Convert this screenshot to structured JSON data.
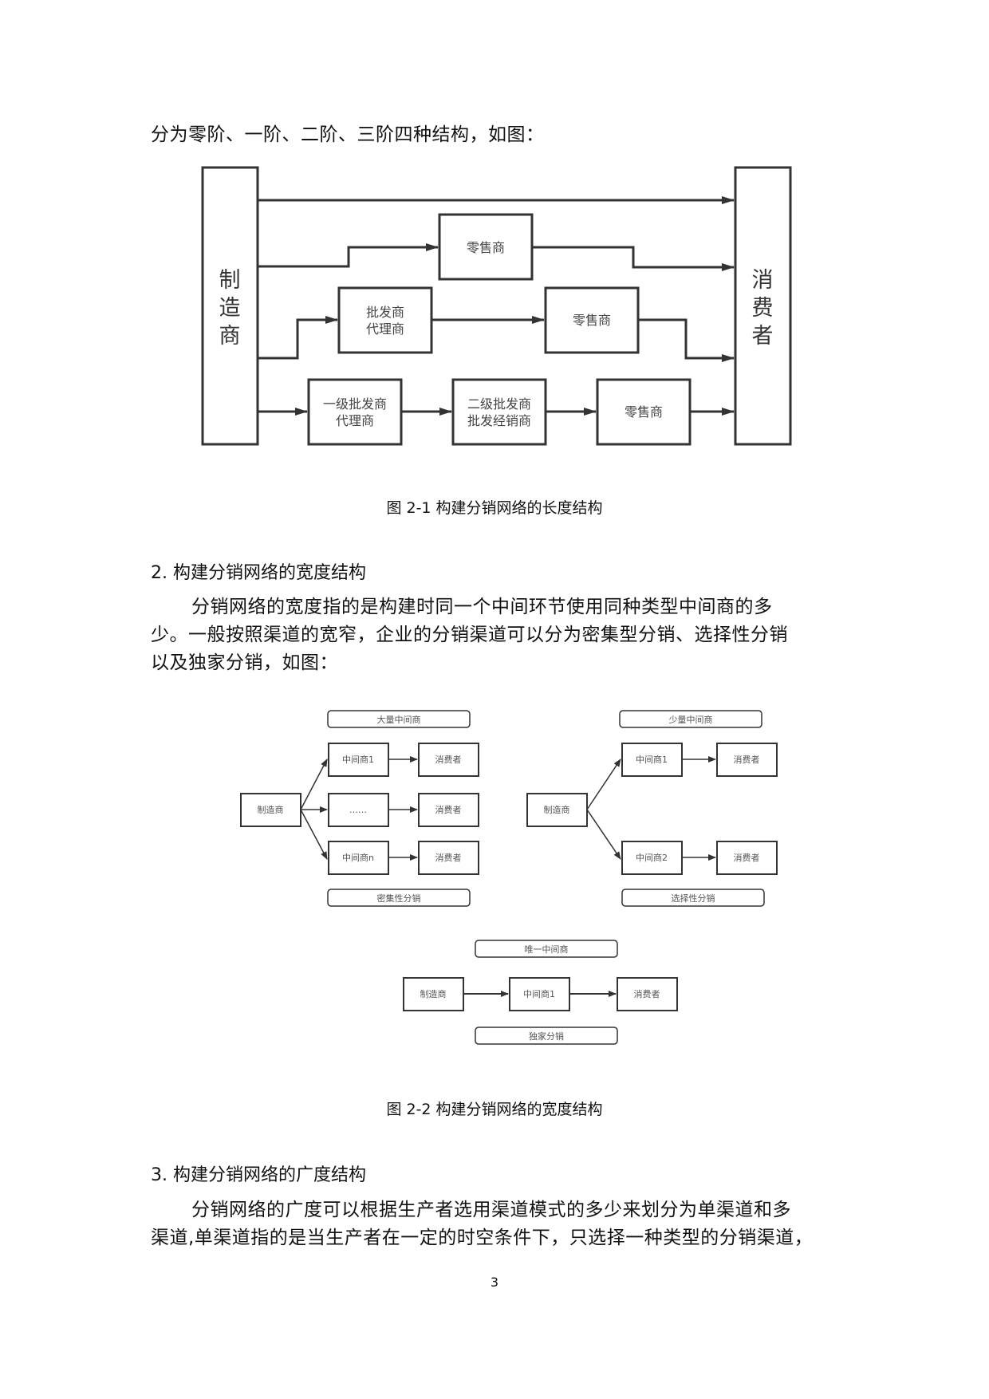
{
  "intro_line": "分为零阶、一阶、二阶、三阶四种结构，如图：",
  "figure1": {
    "manufacturer": [
      "制",
      "造",
      "商"
    ],
    "consumer": [
      "消",
      "费",
      "者"
    ],
    "row1_retailer": "零售商",
    "row2_wholesaler": [
      "批发商",
      "代理商"
    ],
    "row2_retailer": "零售商",
    "row3_first_wholesaler": [
      "一级批发商",
      "代理商"
    ],
    "row3_second_wholesaler": [
      "二级批发商",
      "批发经销商"
    ],
    "row3_retailer": "零售商",
    "caption": "图 2-1  构建分销网络的长度结构"
  },
  "section2": {
    "heading": "2. 构建分销网络的宽度结构",
    "para_lines": [
      "分销网络的宽度指的是构建时同一个中间环节使用同种类型中间商的多",
      "少。一般按照渠道的宽窄，企业的分销渠道可以分为密集型分销、选择性分销",
      "以及独家分销，如图："
    ]
  },
  "figure2": {
    "intensive": {
      "top_label": "大量中间商",
      "manufacturer": "制造商",
      "middlemen": [
        "中间商1",
        "……",
        "中间商n"
      ],
      "consumer": "消费者",
      "bottom_label": "密集性分销"
    },
    "selective": {
      "top_label": "少量中间商",
      "manufacturer": "制造商",
      "middlemen": [
        "中间商1",
        "中间商2"
      ],
      "consumer": "消费者",
      "bottom_label": "选择性分销"
    },
    "exclusive": {
      "top_label": "唯一中间商",
      "manufacturer": "制造商",
      "middleman": "中间商1",
      "consumer": "消费者",
      "bottom_label": "独家分销"
    },
    "caption": "图 2-2  构建分销网络的宽度结构"
  },
  "section3": {
    "heading": "3. 构建分销网络的广度结构",
    "para_lines": [
      "分销网络的广度可以根据生产者选用渠道模式的多少来划分为单渠道和多",
      "渠道,单渠道指的是当生产者在一定的时空条件下，只选择一种类型的分销渠道，"
    ]
  },
  "page_number": "3"
}
